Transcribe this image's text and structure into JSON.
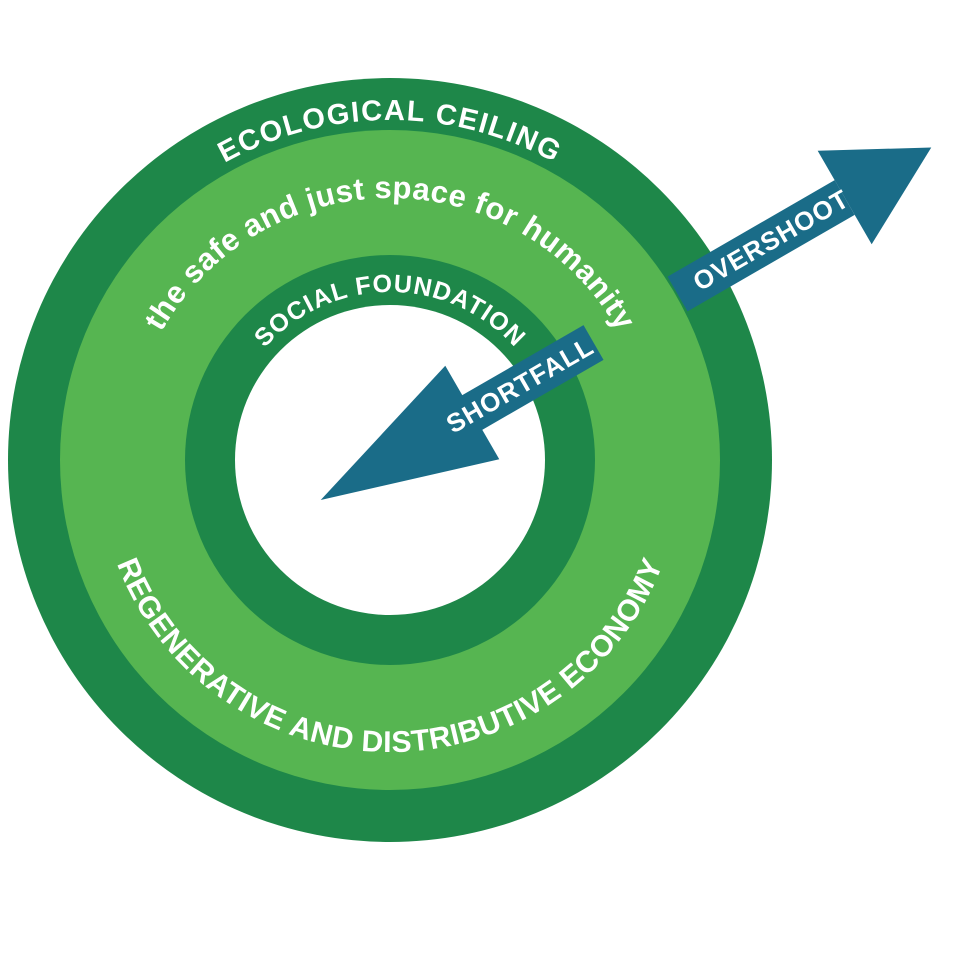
{
  "rings": {
    "ecological_ceiling": "ECOLOGICAL CEILING",
    "safe_just_space": "the safe and just space for humanity",
    "social_foundation": "SOCIAL FOUNDATION",
    "regenerative_economy": "REGENERATIVE AND DISTRIBUTIVE ECONOMY"
  },
  "arrows": {
    "overshoot": "OVERSHOOT",
    "shortfall": "SHORTFALL"
  },
  "colors": {
    "dark_green": "#1e8749",
    "light_green": "#56b551",
    "teal": "#1a6c88",
    "label_text": "#ffffff",
    "background": "#ffffff"
  }
}
